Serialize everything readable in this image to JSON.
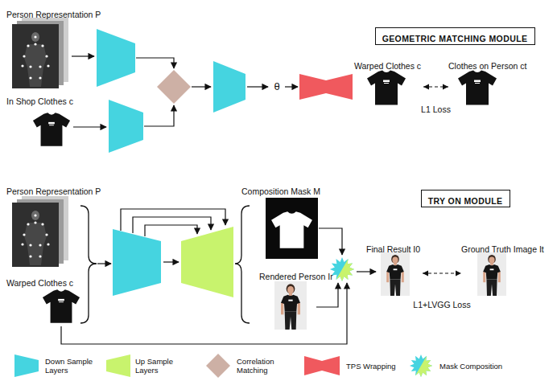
{
  "diagram": {
    "nodes": [
      {
        "text": [
          "Person Representation P"
        ]
      },
      {
        "text": [
          "In Shop Clothes c"
        ]
      },
      {
        "text": [
          "GEOMETRIC MATCHING MODULE"
        ]
      },
      {
        "text": [
          "Warped Clothes c"
        ]
      },
      {
        "text": [
          "Clothes on Person ct"
        ]
      },
      {
        "text": [
          "Person Representation P"
        ]
      },
      {
        "text": [
          "Warped Clothes c"
        ]
      },
      {
        "text": [
          "Composition Mask M"
        ]
      },
      {
        "text": [
          "Rendered Person Ir"
        ]
      },
      {
        "text": [
          "TRY ON MODULE"
        ]
      },
      {
        "text": [
          "Final Result I0"
        ]
      },
      {
        "text": [
          "Ground Truth Image It"
        ]
      }
    ],
    "edges": [
      {
        "from": 3,
        "to": 4,
        "label": "L1 Loss",
        "arrow": "both"
      },
      {
        "from": 10,
        "to": 11,
        "label": "L1+LVGG Loss",
        "arrow": "both"
      }
    ],
    "labels": [
      "θ"
    ],
    "legend": [
      {
        "text": "Down Sample Layers",
        "color": "#45d4e0"
      },
      {
        "text": "Up Sample Layers",
        "color": "#c8f36d"
      },
      {
        "text": "Correlation Matching",
        "color": "#cdb0a5"
      },
      {
        "text": "TPS Wrapping",
        "color": "#f0595e"
      },
      {
        "text": "Mask Composition"
      }
    ]
  }
}
